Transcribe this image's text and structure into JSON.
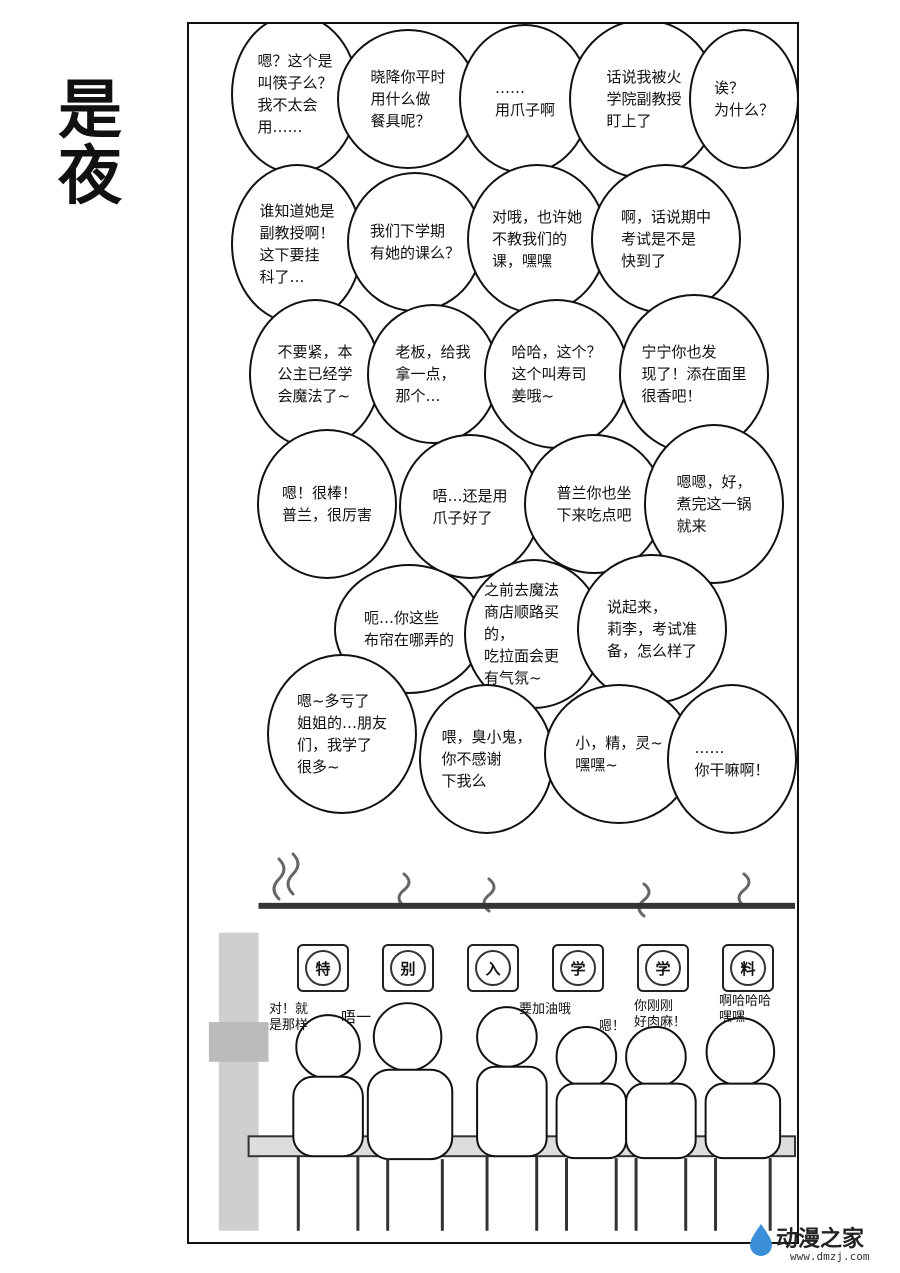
{
  "title": {
    "line1": "是",
    "line2": "夜"
  },
  "bubbles": [
    {
      "text": "嗯？这个是\n叫筷子么？\n我不太会\n用……"
    },
    {
      "text": "晓降你平时\n用什么做\n餐具呢？"
    },
    {
      "text": "……\n用爪子啊"
    },
    {
      "text": "话说我被火\n学院副教授\n盯上了"
    },
    {
      "text": "诶？\n为什么？"
    },
    {
      "text": "谁知道她是\n副教授啊！\n这下要挂\n科了…"
    },
    {
      "text": "我们下学期\n有她的课么？"
    },
    {
      "text": "对哦，也许她\n不教我们的\n课，嘿嘿"
    },
    {
      "text": "啊，话说期中\n考试是不是\n快到了"
    },
    {
      "text": "不要紧，本\n公主已经学\n会魔法了~"
    },
    {
      "text": "老板，给我\n拿一点，\n那个…"
    },
    {
      "text": "哈哈，这个？\n这个叫寿司\n姜哦~"
    },
    {
      "text": "宁宁你也发\n现了！添在面里\n很香吧！"
    },
    {
      "text": "嗯！很棒！\n普兰，很厉害"
    },
    {
      "text": "唔…还是用\n爪子好了"
    },
    {
      "text": "普兰你也坐\n下来吃点吧"
    },
    {
      "text": "嗯嗯，好，\n煮完这一锅\n就来"
    },
    {
      "text": "呃…你这些\n布帘在哪弄的"
    },
    {
      "text": "之前去魔法\n商店顺路买的，\n吃拉面会更\n有气氛~"
    },
    {
      "text": "说起来，\n莉李，考试准\n备，怎么样了"
    },
    {
      "text": "嗯~多亏了\n姐姐的…朋友\n们，我学了\n很多~"
    },
    {
      "text": "喂，臭小鬼，\n你不感谢\n下我么"
    },
    {
      "text": "小，精，灵~\n嘿嘿~"
    },
    {
      "text": "……\n你干嘛啊！"
    }
  ],
  "banner": [
    "特",
    "别",
    "入",
    "学",
    "学",
    "料"
  ],
  "cheers": [
    {
      "text": "对！就\n是那样"
    },
    {
      "text": "唔一"
    },
    {
      "text": "要加油哦"
    },
    {
      "text": "嗯！"
    },
    {
      "text": "你刚刚\n好肉麻！"
    },
    {
      "text": "啊哈哈哈\n嘿嘿"
    }
  ],
  "logo": {
    "brand": "动漫之家",
    "url": "www.dmzj.com"
  }
}
